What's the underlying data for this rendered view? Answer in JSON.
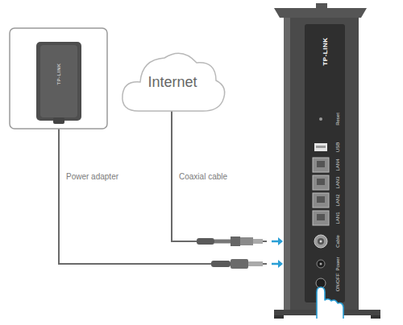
{
  "diagram": {
    "nodes": [
      {
        "text": [
          "TP-LINK"
        ]
      },
      {
        "text": [
          "Internet"
        ]
      },
      {
        "text": [
          "TP-LINK"
        ]
      }
    ],
    "edges": [
      {
        "from": 1,
        "to": 2,
        "arrow": "to"
      },
      {
        "from": 0,
        "to": 2,
        "arrow": "to"
      }
    ],
    "labels": [
      "Power adapter",
      "Coaxial cable",
      "Reset",
      "USB",
      "LAN4",
      "LAN3",
      "LAN2",
      "LAN1",
      "Cable",
      "Power",
      "ON/OFF"
    ]
  }
}
